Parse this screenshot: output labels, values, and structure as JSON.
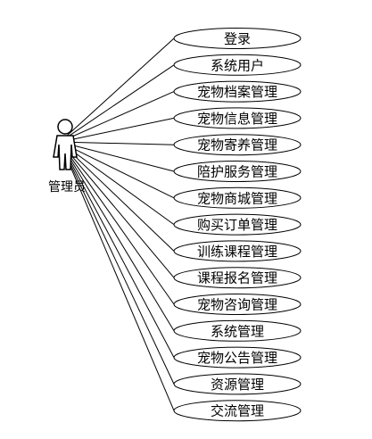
{
  "actor": {
    "name": "管理员",
    "icon": "stick-figure-icon"
  },
  "use_cases": [
    {
      "label": "登录"
    },
    {
      "label": "系统用户"
    },
    {
      "label": "宠物档案管理"
    },
    {
      "label": "宠物信息管理"
    },
    {
      "label": "宠物寄养管理"
    },
    {
      "label": "陪护服务管理"
    },
    {
      "label": "宠物商城管理"
    },
    {
      "label": "购买订单管理"
    },
    {
      "label": "训练课程管理"
    },
    {
      "label": "课程报名管理"
    },
    {
      "label": "宠物咨询管理"
    },
    {
      "label": "系统管理"
    },
    {
      "label": "宠物公告管理"
    },
    {
      "label": "资源管理"
    },
    {
      "label": "交流管理"
    }
  ]
}
